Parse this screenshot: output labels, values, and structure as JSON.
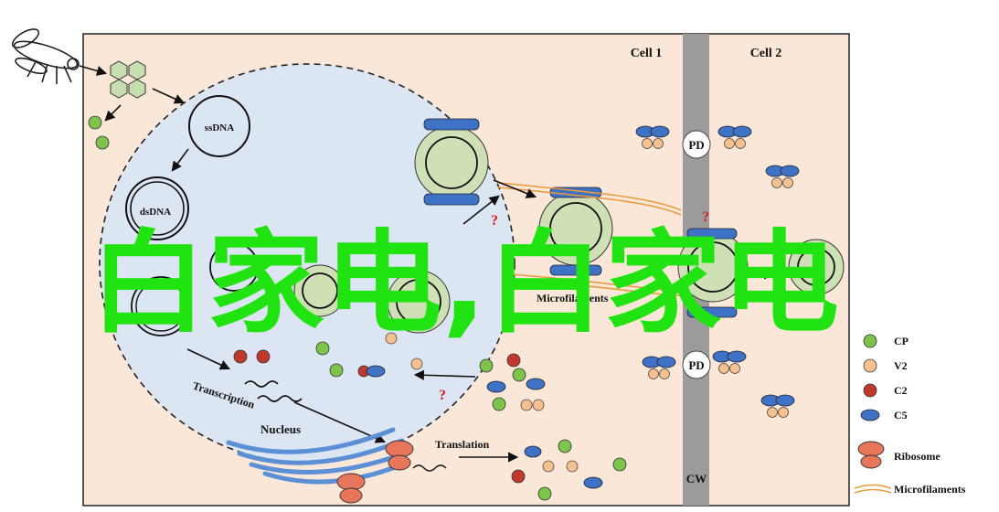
{
  "labels": {
    "cell1": "Cell 1",
    "cell2": "Cell 2",
    "ssdna": "ssDNA",
    "dsdna": "dsDNA",
    "pd": "PD",
    "transcription": "Transcription",
    "nucleus": "Nucleus",
    "translation": "Translation",
    "microfilaments": "Microfilaments",
    "cw": "CW",
    "question": "?"
  },
  "legend": {
    "items": [
      {
        "label": "CP",
        "shape": "circle",
        "color": "#7dc44a"
      },
      {
        "label": "V2",
        "shape": "circle",
        "color": "#f6c18e"
      },
      {
        "label": "C2",
        "shape": "circle",
        "color": "#c0392b"
      },
      {
        "label": "C5",
        "shape": "oval",
        "color": "#3d72c4"
      },
      {
        "label": "Ribosome",
        "shape": "ribosome",
        "color": "#e8765a"
      },
      {
        "label": "Microfilaments",
        "shape": "filament",
        "color": "#e89a3c"
      }
    ]
  },
  "watermark": {
    "text": "白家电,白家电"
  },
  "colors": {
    "cell_bg": "#fbe7d7",
    "nucleus_bg": "#dce6f2",
    "cell_wall": "#9b9b9b",
    "cp": "#7dc44a",
    "v2": "#f6c18e",
    "c2": "#c0392b",
    "c5": "#3d72c4",
    "er": "#5b8fd6",
    "microfilament": "#e89a3c",
    "question": "#d61f1f",
    "watermark": "#22e312"
  }
}
